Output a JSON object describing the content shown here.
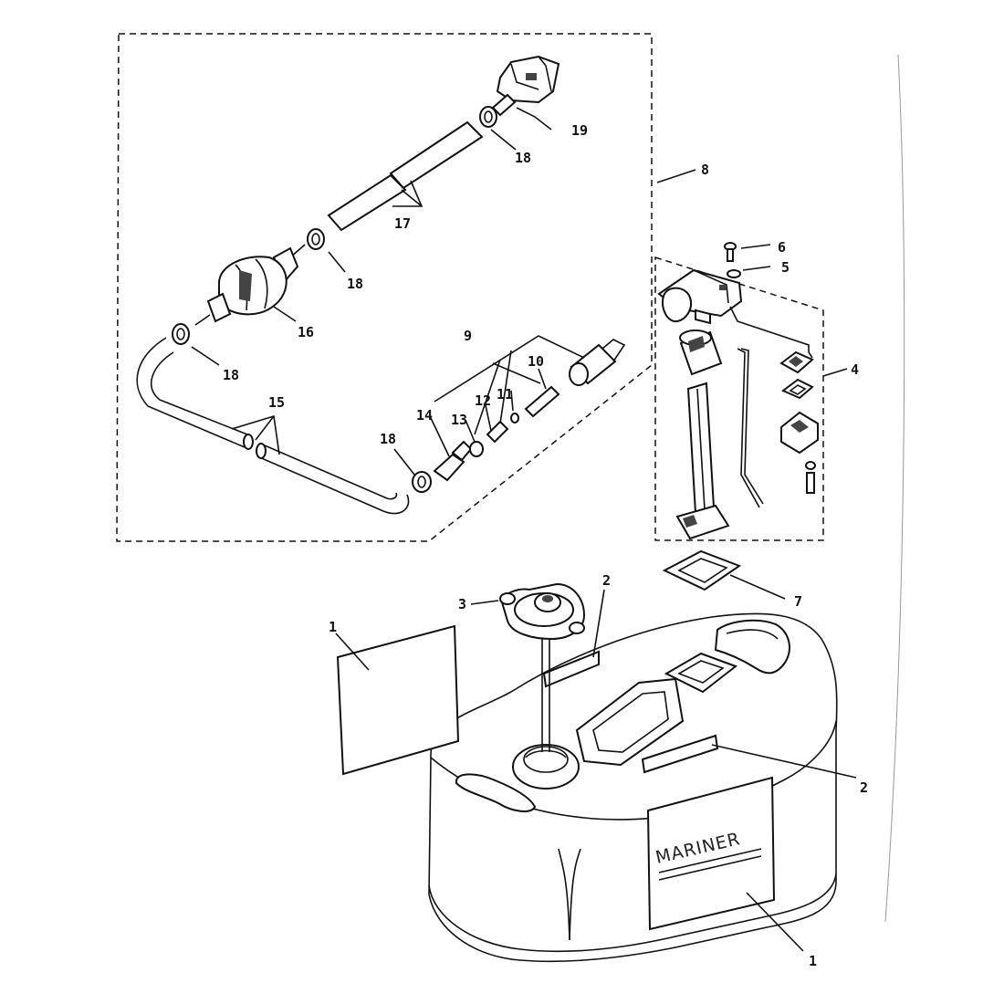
{
  "labels": {
    "l1": "1",
    "l1b": "1",
    "l2": "2",
    "l2b": "2",
    "l3": "3",
    "l4": "4",
    "l5": "5",
    "l6": "6",
    "l7": "7",
    "l8": "8",
    "l9": "9",
    "l10": "10",
    "l11": "11",
    "l12": "12",
    "l13": "13",
    "l14": "14",
    "l15": "15",
    "l16": "16",
    "l17": "17",
    "l18a": "18",
    "l18b": "18",
    "l18c": "18",
    "l18d": "18",
    "l19": "19"
  },
  "decal_text": "MARINER"
}
